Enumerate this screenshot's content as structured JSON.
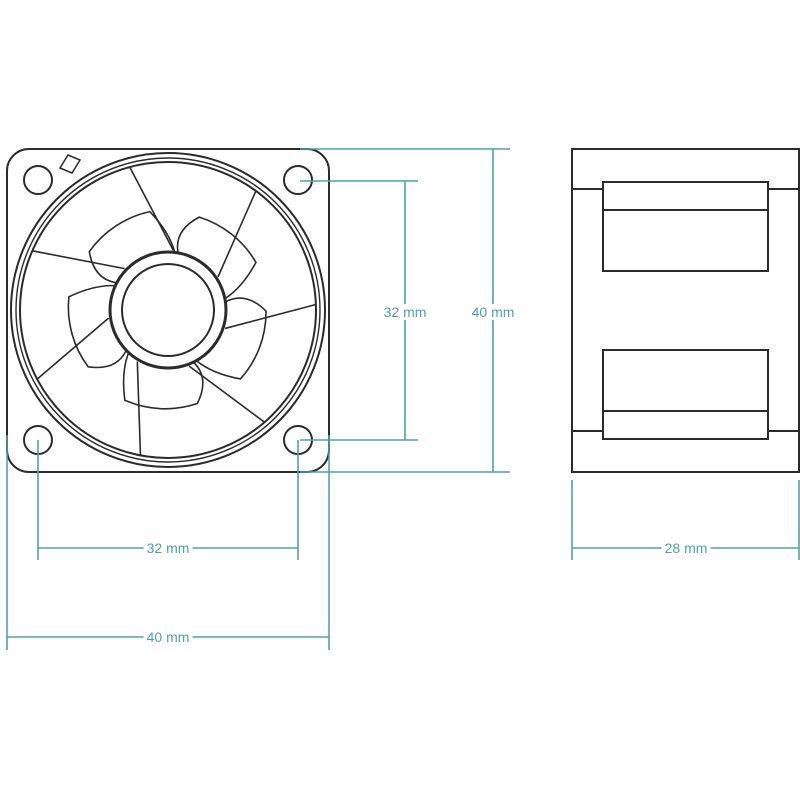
{
  "dimensions": {
    "front_hole_spacing_vertical": "32 mm",
    "front_height": "40 mm",
    "front_hole_spacing_horizontal": "32 mm",
    "front_width": "40 mm",
    "side_depth": "28 mm"
  },
  "colors": {
    "outline": "#2b2b2b",
    "dimension": "#4fa3a3"
  }
}
